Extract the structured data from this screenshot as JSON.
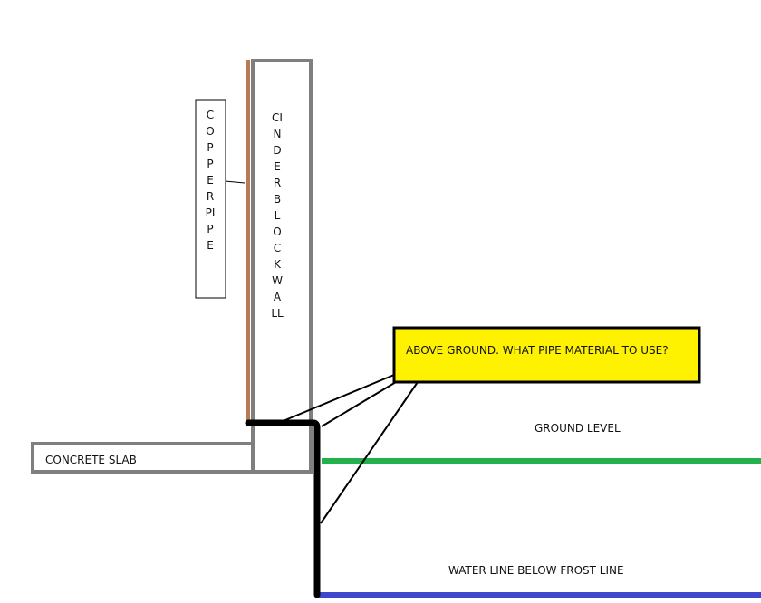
{
  "labels": {
    "copper_pipe": "COPPER PIPE",
    "cinder_block_wall": "CINDER BLOCK WALL",
    "concrete_slab": "CONCRETE SLAB",
    "question": "ABOVE GROUND.  WHAT PIPE MATERIAL TO USE?",
    "ground_level": "GROUND LEVEL",
    "water_line": "WATER LINE BELOW FROST LINE"
  },
  "colors": {
    "copper": "#b97a57",
    "wall": "#7f7f7f",
    "pipe": "#000000",
    "ground": "#22b14c",
    "water": "#3f48cc",
    "callout_fill": "#fff200"
  }
}
